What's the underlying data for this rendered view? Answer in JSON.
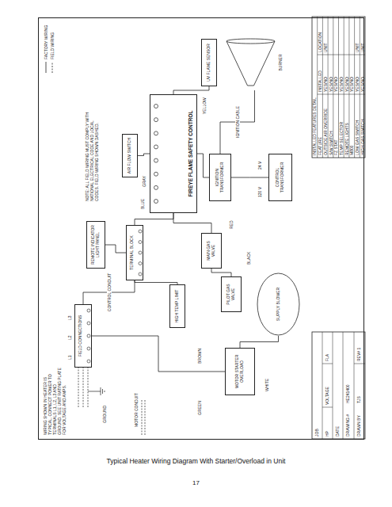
{
  "diagram": {
    "caption": "Typical Heater Wiring Diagram With Starter/Overload in Unit",
    "nodes": [
      {
        "text": [
          "FIREYE FLAME SAFETY CONTROL"
        ]
      },
      {
        "text": [
          "BURNER"
        ]
      },
      {
        "text": [
          "IGNITION TRANSFORMER"
        ]
      },
      {
        "text": [
          "CONTROL TRANSFORMER"
        ]
      },
      {
        "text": [
          "MAIN GAS VALVE"
        ]
      },
      {
        "text": [
          "PILOT GAS VALVE"
        ]
      },
      {
        "text": [
          "SUPPLY BLOWER"
        ]
      },
      {
        "text": [
          "MOTOR STARTER",
          "OVERLOAD"
        ]
      },
      {
        "text": [
          "FIELD CONNECTIONS"
        ]
      },
      {
        "text": [
          "TERMINAL BLOCK"
        ]
      },
      {
        "text": [
          "AIR FLOW SWITCH"
        ]
      },
      {
        "text": [
          "UV FLAME SENSOR"
        ]
      },
      {
        "text": [
          "HIGH TEMP LIMIT"
        ]
      },
      {
        "text": [
          "REMOTE INDICATOR LIGHT PANEL"
        ]
      }
    ],
    "edges": [
      {
        "from": 8,
        "to": 7,
        "arrow": "none"
      },
      {
        "from": 7,
        "to": 6,
        "arrow": "none"
      },
      {
        "from": 8,
        "to": 9,
        "label": "CONTROL CONDUIT",
        "arrow": "none"
      },
      {
        "from": 13,
        "to": 9,
        "arrow": "none"
      },
      {
        "from": 12,
        "to": 9,
        "arrow": "none"
      },
      {
        "from": 9,
        "to": 0,
        "arrow": "none"
      },
      {
        "from": 10,
        "to": 0,
        "arrow": "none"
      },
      {
        "from": 0,
        "to": 2,
        "arrow": "none"
      },
      {
        "from": 2,
        "to": 1,
        "label": "IGNITION CABLE",
        "arrow": "none"
      },
      {
        "from": 0,
        "to": 11,
        "arrow": "none"
      },
      {
        "from": 0,
        "to": 4,
        "arrow": "none"
      },
      {
        "from": 4,
        "to": 5,
        "arrow": "none"
      },
      {
        "from": 3,
        "to": 2,
        "arrow": "none"
      }
    ],
    "labels": [
      "WIRING SHOWN IN HEATER IS TYPICAL. CONNECT POWER TO TERMINALS L1, L2, L3 AND GROUND. SEE UNIT RATING PLATE FOR VOLTAGE AND AMPS.",
      "NOTE: ALL FIELD WIRING MUST COMPLY WITH NATIONAL ELECTRICAL CODE AND LOCAL CODES. FIELD WIRING SHOWN DASHED.",
      "L1",
      "L2",
      "L3",
      "GROUND",
      "MOTOR CONDUIT",
      "GREEN",
      "BROWN",
      "WHITE",
      "BLACK",
      "BLUE",
      "GRAY",
      "RED",
      "YELLOW",
      "120 V",
      "24 V",
      "INSTALLED FEATURES DETAIL",
      "FEATURE",
      "INSTALLED",
      "LOCATION",
      "OUTSIDE AIR OVERRIDE",
      "YES/NO",
      "UNIT",
      "S/W SWITCH",
      "YES/NO",
      "FZ STAT",
      "YES/NO",
      "TEMP SELECTOR",
      "YES/NO",
      "REMOTE LIGHTS",
      "YES/NO",
      "M800",
      "YES/NO",
      "LOW GAS SWITCH",
      "YES/NO",
      "UNIT",
      "HIGH GAS SWITCH",
      "YES/NO",
      "UNIT",
      "JOB",
      "HP",
      "VOLTAGE",
      "FLA",
      "DATE",
      "DRAWING #",
      "HE241400",
      "DRAWN BY",
      "TJS",
      "REV# 1",
      "17"
    ],
    "legend": [
      {
        "text": "FACTORY WIRING"
      },
      {
        "text": "FIELD WIRING"
      }
    ]
  }
}
